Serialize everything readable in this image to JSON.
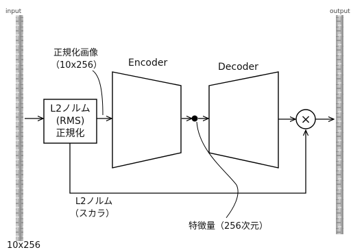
{
  "labels": {
    "input": "input",
    "output": "output",
    "normalized_image_line1": "正規化画像",
    "normalized_image_line2": "（10x256）",
    "encoder": "Encoder",
    "decoder": "Decoder",
    "l2norm_box_line1": "L2ノルム",
    "l2norm_box_line2": "(RMS)",
    "l2norm_box_line3": "正規化",
    "l2norm_scalar_line1": "L2ノルム",
    "l2norm_scalar_line2": "（スカラ）",
    "feature": "特徴量（256次元）",
    "size": "10x256",
    "multiply_symbol": "×"
  }
}
